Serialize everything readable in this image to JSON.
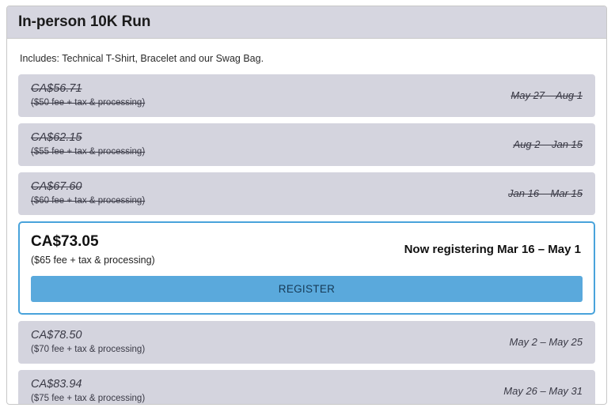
{
  "card": {
    "header_title": "In-person 10K Run",
    "includes_line": "Includes: Technical T-Shirt, Bracelet and our Swag Bag.",
    "register_label": "REGISTER",
    "accent_color": "#49a3db",
    "button_color": "#5aa9dc",
    "row_color": "#d4d4de",
    "header_color": "#d6d6e0",
    "tiers": [
      {
        "price": "CA$56.71",
        "sub": "($50 fee + tax & processing)",
        "dates": "May 27 – Aug 1",
        "state": "past"
      },
      {
        "price": "CA$62.15",
        "sub": "($55 fee + tax & processing)",
        "dates": "Aug 2 – Jan 15",
        "state": "past"
      },
      {
        "price": "CA$67.60",
        "sub": "($60 fee + tax & processing)",
        "dates": "Jan 16 – Mar 15",
        "state": "past"
      },
      {
        "price": "CA$73.05",
        "sub": "($65 fee + tax & processing)",
        "dates": "Now registering Mar 16 – May 1",
        "state": "active"
      },
      {
        "price": "CA$78.50",
        "sub": "($70 fee + tax & processing)",
        "dates": "May 2 – May 25",
        "state": "upcoming"
      },
      {
        "price": "CA$83.94",
        "sub": "($75 fee + tax & processing)",
        "dates": "May 26 – May 31",
        "state": "upcoming"
      }
    ]
  }
}
